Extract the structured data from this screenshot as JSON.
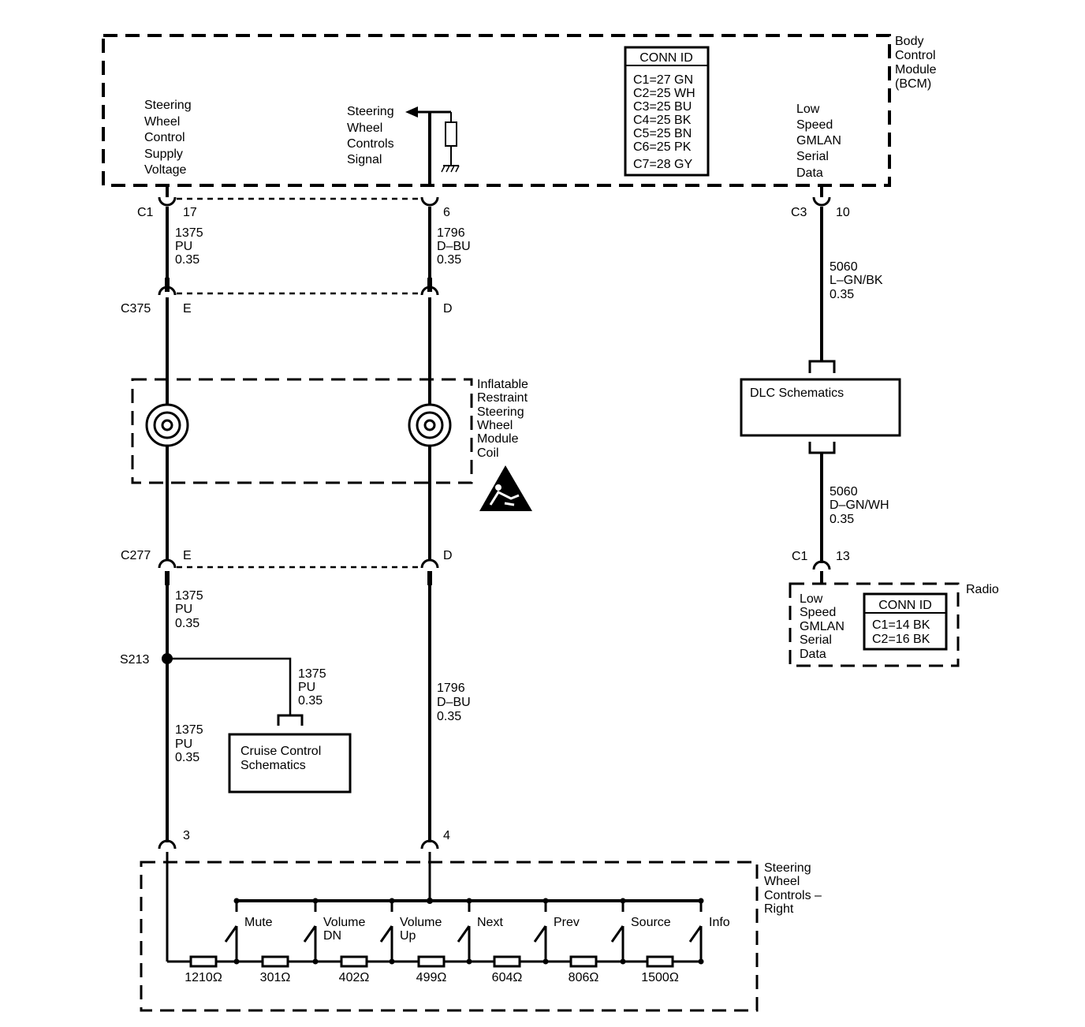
{
  "bcm": {
    "name_lines": [
      "Body",
      "Control",
      "Module",
      "(BCM)"
    ],
    "conn_id": {
      "title": "CONN ID",
      "rows": [
        "C1=27 GN",
        "C2=25 WH",
        "C3=25 BU",
        "C4=25 BK",
        "C5=25 BN",
        "C6=25 PK",
        "C7=28 GY"
      ]
    },
    "supply_label": [
      "Steering",
      "Wheel",
      "Control",
      "Supply",
      "Voltage"
    ],
    "signal_label": [
      "Steering",
      "Wheel",
      "Controls",
      "Signal"
    ],
    "gmlan_label": [
      "Low",
      "Speed",
      "GMLAN",
      "Serial",
      "Data"
    ]
  },
  "connectors": {
    "bcm_left": {
      "name": "C1",
      "pin": "17"
    },
    "bcm_mid": {
      "pin": "6"
    },
    "bcm_right": {
      "name": "C3",
      "pin": "10"
    },
    "c375": {
      "name": "C375",
      "pin_left": "E",
      "pin_right": "D"
    },
    "c277": {
      "name": "C277",
      "pin_left": "E",
      "pin_right": "D"
    },
    "radio": {
      "name": "C1",
      "pin": "13"
    },
    "swc_left": {
      "pin": "3"
    },
    "swc_right": {
      "pin": "4"
    }
  },
  "wires": {
    "pu_top": [
      "1375",
      "PU",
      "0.35"
    ],
    "dbu_top": [
      "1796",
      "D–BU",
      "0.35"
    ],
    "gmlan_top": [
      "5060",
      "L–GN/BK",
      "0.35"
    ],
    "gmlan_bottom": [
      "5060",
      "D–GN/WH",
      "0.35"
    ],
    "pu_mid": [
      "1375",
      "PU",
      "0.35"
    ],
    "pu_cruise": [
      "1375",
      "PU",
      "0.35"
    ],
    "pu_bottom": [
      "1375",
      "PU",
      "0.35"
    ],
    "dbu_bottom": [
      "1796",
      "D–BU",
      "0.35"
    ]
  },
  "coil": {
    "label": [
      "Inflatable",
      "Restraint",
      "Steering",
      "Wheel",
      "Module",
      "Coil"
    ]
  },
  "dlc": {
    "label": "DLC Schematics"
  },
  "radio": {
    "name": "Radio",
    "label": [
      "Low",
      "Speed",
      "GMLAN",
      "Serial",
      "Data"
    ],
    "conn_id": {
      "title": "CONN ID",
      "rows": [
        "C1=14 BK",
        "C2=16 BK"
      ]
    }
  },
  "splice": {
    "name": "S213"
  },
  "cruise": {
    "label": [
      "Cruise Control",
      "Schematics"
    ]
  },
  "swc": {
    "name": [
      "Steering",
      "Wheel",
      "Controls –",
      "Right"
    ],
    "switches": [
      [
        "Mute"
      ],
      [
        "Volume",
        "DN"
      ],
      [
        "Volume",
        "Up"
      ],
      [
        "Next"
      ],
      [
        "Prev"
      ],
      [
        "Source"
      ],
      [
        "Info"
      ]
    ],
    "resistors": [
      "1210Ω",
      "301Ω",
      "402Ω",
      "499Ω",
      "604Ω",
      "806Ω",
      "1500Ω"
    ]
  }
}
